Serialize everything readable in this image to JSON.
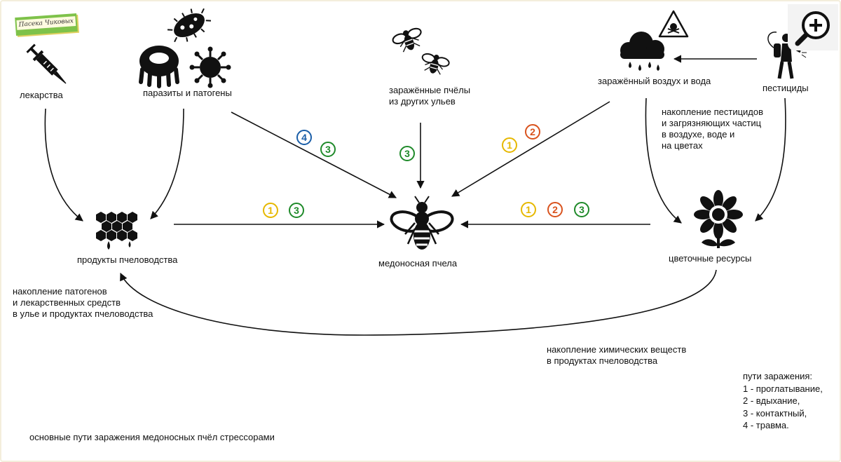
{
  "logo": {
    "text": "Пасека Чиковых"
  },
  "nodes": {
    "medicines": "лекарства",
    "parasites": "паразиты и патогены",
    "infected_bees": [
      "заражённые пчёлы",
      "из других ульев"
    ],
    "polluted": "заражённый воздух и вода",
    "pesticides": "пестициды",
    "bee_products": "продукты пчеловодства",
    "honey_bee": "медоносная пчела",
    "flower_resources": "цветочные ресурсы"
  },
  "annotations": {
    "pesticide_accumulation": [
      "накопление пестицидов",
      "и загрязняющих частиц",
      "в воздухе, воде и",
      "на цветах"
    ],
    "pathogen_accumulation": [
      "накопление патогенов",
      "и лекарственных средств",
      "в улье и продуктах пчеловодства"
    ],
    "chemical_accumulation": [
      "накопление химических веществ",
      "в продуктах пчеловодства"
    ]
  },
  "badges": {
    "parasites_to_bee": [
      "4",
      "3"
    ],
    "infected_to_bee": [
      "3"
    ],
    "polluted_to_bee": [
      "1",
      "2"
    ],
    "products_to_bee": [
      "1",
      "3"
    ],
    "flowers_to_bee": [
      "1",
      "2",
      "3"
    ]
  },
  "legend": {
    "title": "пути заражения:",
    "items": [
      "1 - проглатывание,",
      "2 - вдыхание,",
      "3 - контактный,",
      "4 - травма."
    ]
  },
  "caption": "основные пути заражения медоносных пчёл стрессорами",
  "colors": {
    "route_1": "#e6b800",
    "route_2": "#d9531e",
    "route_3": "#1f8a2a",
    "route_4": "#1a5ea8"
  },
  "icons": [
    "syringe-icon",
    "bacteria-icon",
    "mite-icon",
    "virus-icon",
    "bee-icon",
    "raincloud-icon",
    "hazard-icon",
    "sprayer-person-icon",
    "honeycomb-icon",
    "flower-icon",
    "zoom-in-icon"
  ]
}
